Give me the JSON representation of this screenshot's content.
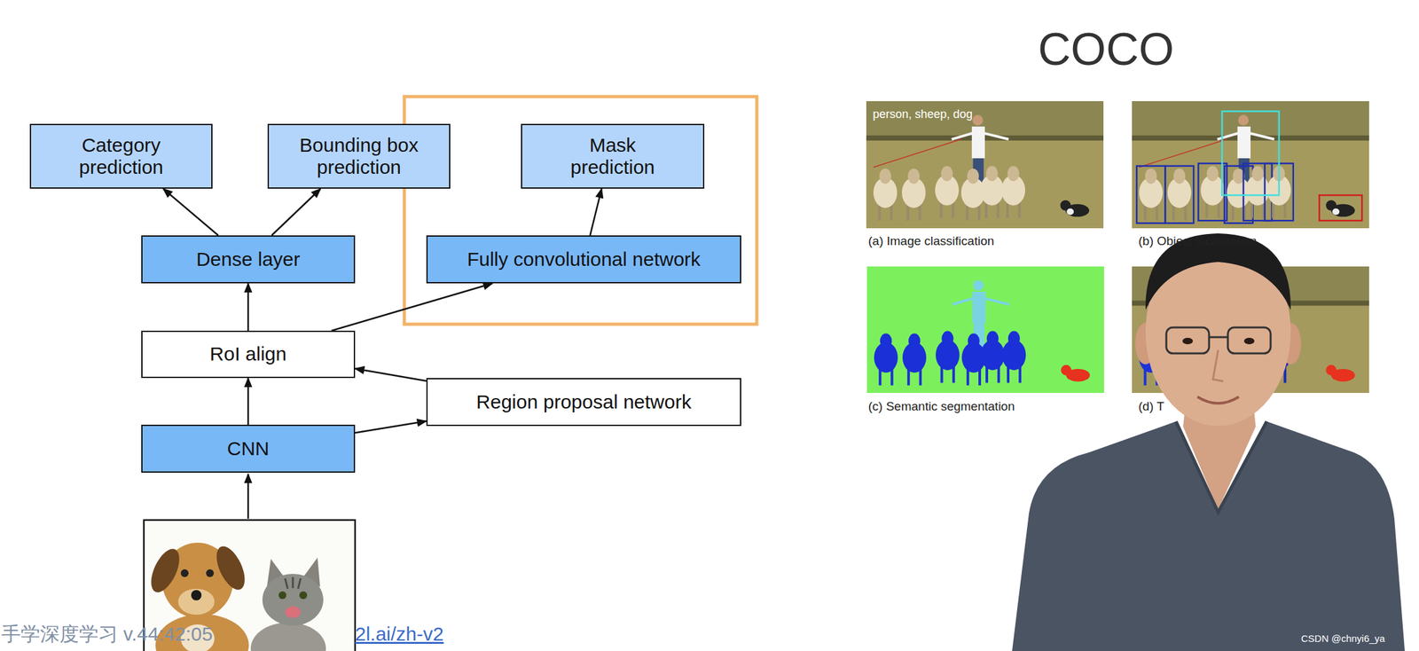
{
  "diagram": {
    "title": "COCO",
    "nodes": [
      {
        "text": [
          "Category prediction"
        ]
      },
      {
        "text": [
          "Bounding box prediction"
        ]
      },
      {
        "text": [
          "Mask prediction"
        ]
      },
      {
        "text": [
          "Dense layer"
        ]
      },
      {
        "text": [
          "Fully convolutional network"
        ]
      },
      {
        "text": [
          "RoI align"
        ]
      },
      {
        "text": [
          "Region proposal network"
        ]
      },
      {
        "text": [
          "CNN"
        ]
      }
    ],
    "edges": [
      {
        "from": 3,
        "to": 0,
        "arrow": "to"
      },
      {
        "from": 3,
        "to": 1,
        "arrow": "to"
      },
      {
        "from": 4,
        "to": 2,
        "arrow": "to"
      },
      {
        "from": 5,
        "to": 3,
        "arrow": "to"
      },
      {
        "from": 5,
        "to": 4,
        "arrow": "to"
      },
      {
        "from": 6,
        "to": 5,
        "arrow": "to"
      },
      {
        "from": 7,
        "to": 5,
        "arrow": "to"
      },
      {
        "from": 7,
        "to": 6,
        "arrow": "to"
      }
    ],
    "labels": [
      "person, sheep, dog",
      "(a) Image classification",
      "(b) Object localization",
      "(c) Semantic segmentation",
      "(d) T",
      "手学深度学习 v.44:42:05",
      "2l.ai/zh-v2",
      "CSDN @chnyi6_ya"
    ]
  }
}
